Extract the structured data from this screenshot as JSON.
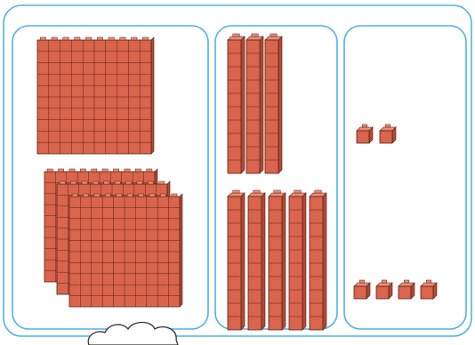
{
  "colors": {
    "block_fill": "#d9654c",
    "block_top": "#e88f77",
    "block_side": "#b04a36",
    "grid_line": "#5a1f14",
    "frame_stroke": "#4fb3e8"
  },
  "panels": [
    {
      "name": "hundreds-panel",
      "groups": [
        {
          "kind": "hundred-flat",
          "count": 1
        },
        {
          "kind": "hundred-flat",
          "count": 3
        }
      ]
    },
    {
      "name": "tens-panel",
      "groups": [
        {
          "kind": "ten-rod",
          "count": 3
        },
        {
          "kind": "ten-rod",
          "count": 5
        }
      ]
    },
    {
      "name": "ones-panel",
      "groups": [
        {
          "kind": "unit-cube",
          "count": 2
        },
        {
          "kind": "unit-cube",
          "count": 4
        }
      ]
    }
  ],
  "decoration": "cloud-icon"
}
